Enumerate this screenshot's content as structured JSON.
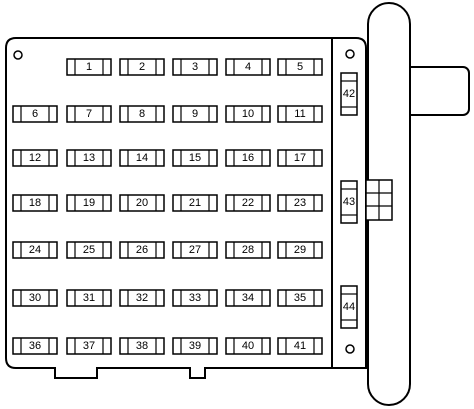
{
  "diagram": {
    "fuse_rows": [
      [
        "1",
        "2",
        "3",
        "4",
        "5"
      ],
      [
        "6",
        "7",
        "8",
        "9",
        "10",
        "11"
      ],
      [
        "12",
        "13",
        "14",
        "15",
        "16",
        "17"
      ],
      [
        "18",
        "19",
        "20",
        "21",
        "22",
        "23"
      ],
      [
        "24",
        "25",
        "26",
        "27",
        "28",
        "29"
      ],
      [
        "30",
        "31",
        "32",
        "33",
        "34",
        "35"
      ],
      [
        "36",
        "37",
        "38",
        "39",
        "40",
        "41"
      ]
    ],
    "side_fuses": [
      "42",
      "43",
      "44"
    ]
  }
}
